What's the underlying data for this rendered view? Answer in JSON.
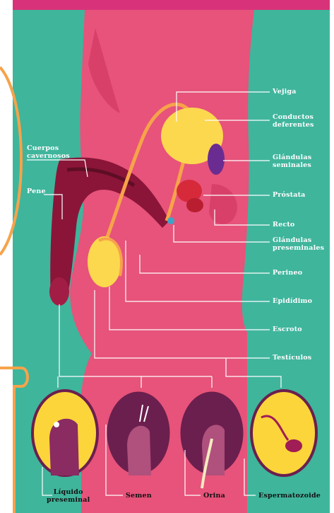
{
  "colors": {
    "background": "#3fb59c",
    "body": "#e7537a",
    "body_dark": "#d8406a",
    "accent_orange": "#f6a34a",
    "bladder": "#fcd84f",
    "seminal": "#6a2c91",
    "prostate": "#d62a3a",
    "penis_dark": "#8a1538",
    "circle_purple": "#6b1f4e",
    "circle_yellow": "#fcd53a",
    "top_bar": "#d8337a"
  },
  "labels": {
    "vejiga": "Vejiga",
    "conductos": "Conductos\ndeferentes",
    "glandulas_seminales": "Glándulas\nseminales",
    "prostata": "Próstata",
    "recto": "Recto",
    "glandulas_preseminales": "Glándulas\npreseminales",
    "perineo": "Perineo",
    "epididimo": "Epidídimo",
    "escroto": "Escroto",
    "testiculos": "Testículos",
    "cuerpos": "Cuerpos\ncavernosos",
    "pene": "Pene"
  },
  "bottom_labels": {
    "liquido": "Líquido\npreseminal",
    "semen": "Semen",
    "orina": "Orina",
    "espermatozoide": "Espermatozoide"
  },
  "icons": [
    "drop-icon",
    "semen-icon",
    "urine-icon",
    "sperm-icon"
  ]
}
